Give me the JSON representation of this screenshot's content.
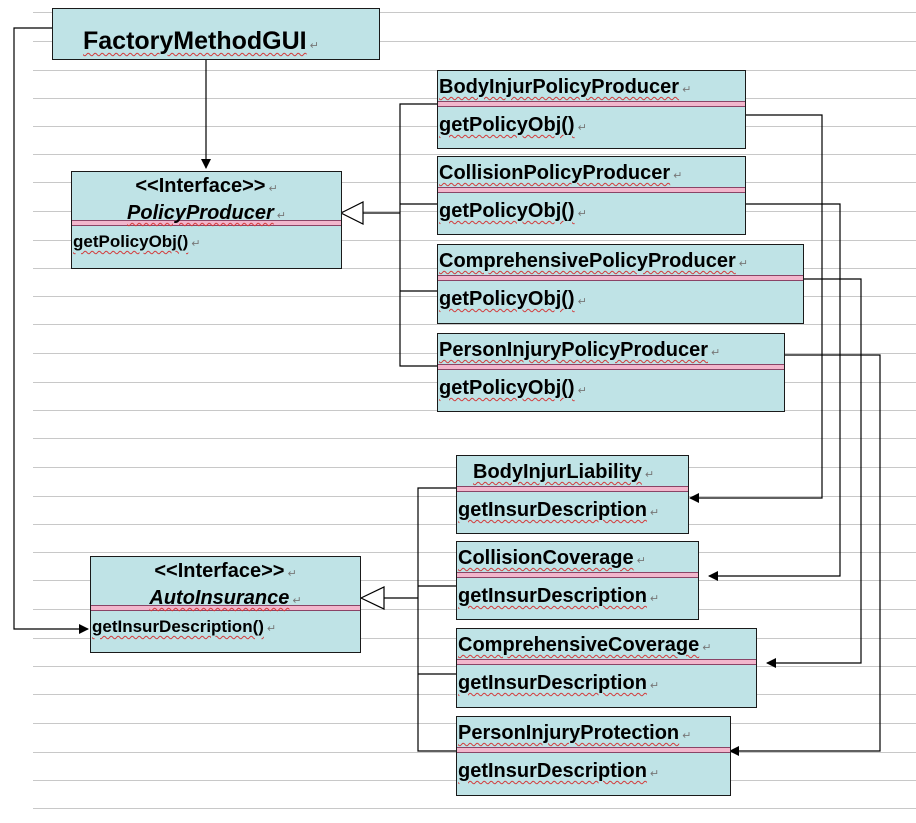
{
  "factory_gui": {
    "name": "FactoryMethodGUI"
  },
  "policy_producer": {
    "stereotype": "<<Interface>>",
    "name": "PolicyProducer",
    "method": "getPolicyObj()"
  },
  "auto_insurance": {
    "stereotype": "<<Interface>>",
    "name": "AutoInsurance",
    "method": "getInsurDescription()"
  },
  "producers": [
    {
      "name": "BodyInjurPolicyProducer",
      "method": "getPolicyObj()"
    },
    {
      "name": "CollisionPolicyProducer",
      "method": "getPolicyObj()"
    },
    {
      "name": "ComprehensivePolicyProducer",
      "method": "getPolicyObj()"
    },
    {
      "name": "PersonInjuryPolicyProducer",
      "method": "getPolicyObj()"
    }
  ],
  "products": [
    {
      "name": "BodyInjurLiability",
      "method": "getInsurDescription"
    },
    {
      "name": "CollisionCoverage",
      "method": "getInsurDescription"
    },
    {
      "name": "ComprehensiveCoverage",
      "method": "getInsurDescription"
    },
    {
      "name": "PersonInjuryProtection",
      "method": "getInsurDescription"
    }
  ],
  "paragraph_mark": "↵"
}
